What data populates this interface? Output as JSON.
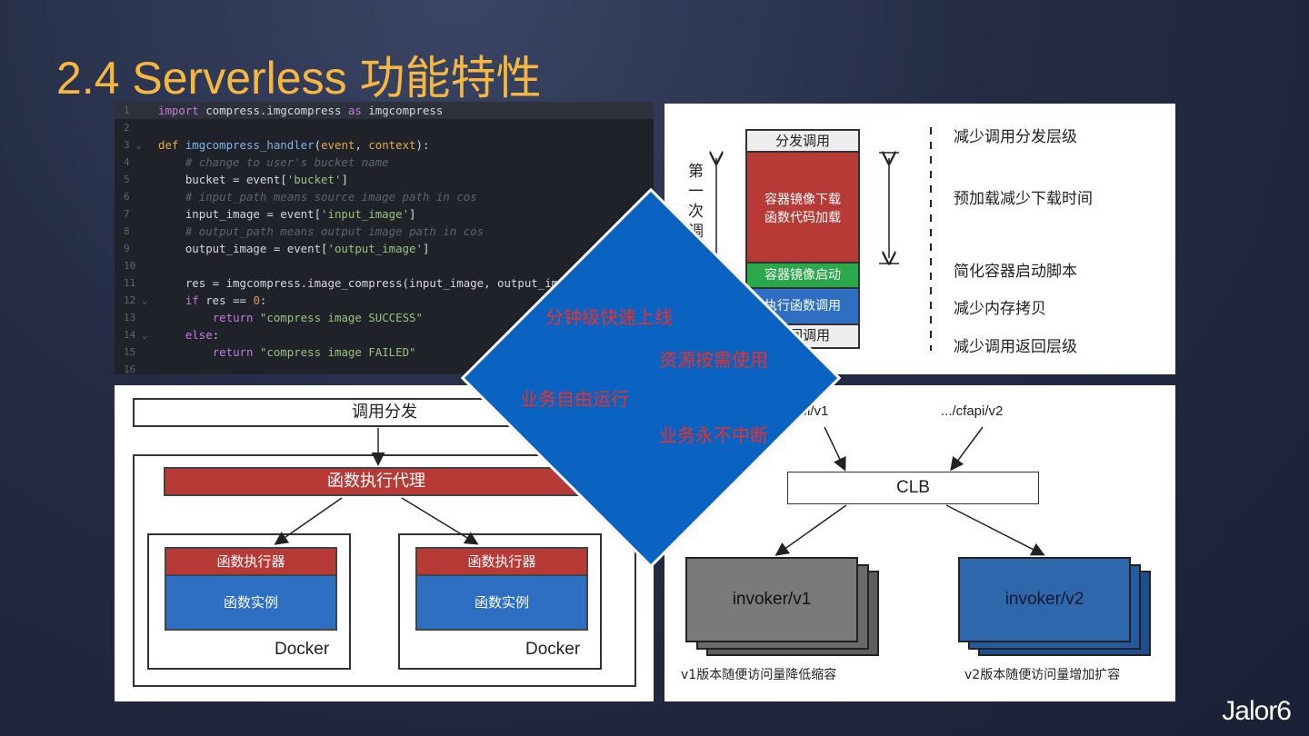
{
  "title": "2.4 Serverless 功能特性",
  "logo": "Jalor6",
  "code": {
    "lines": [
      {
        "n": "1"
      },
      {
        "n": "2"
      },
      {
        "n": "3 ⌄"
      },
      {
        "n": "4"
      },
      {
        "n": "5"
      },
      {
        "n": "6"
      },
      {
        "n": "7"
      },
      {
        "n": "8"
      },
      {
        "n": "9"
      },
      {
        "n": "10"
      },
      {
        "n": "11"
      },
      {
        "n": "12 ⌄"
      },
      {
        "n": "13"
      },
      {
        "n": "14 ⌄"
      },
      {
        "n": "15"
      },
      {
        "n": "16"
      }
    ],
    "l1": [
      "import",
      " compress.imgcompress ",
      "as",
      " imgcompress"
    ],
    "l3": [
      "def ",
      "imgcompress_handler",
      "(",
      "event",
      ", ",
      "context",
      "):"
    ],
    "l4": "    # change to user's bucket name",
    "l5": [
      "    bucket = event[",
      "'bucket'",
      "]"
    ],
    "l6": "    # input_path means source image path in cos",
    "l7": [
      "    input_image = event[",
      "'input_image'",
      "]"
    ],
    "l8": "    # output_path means output image path in cos",
    "l9": [
      "    output_image = event[",
      "'output_image'",
      "]"
    ],
    "l11": "    res = imgcompress.image_compress(input_image, output_image)",
    "l12": [
      "    ",
      "if",
      " res == ",
      "0",
      ":"
    ],
    "l13": [
      "        ",
      "return",
      " ",
      "\"compress image SUCCESS\""
    ],
    "l14": [
      "    ",
      "else",
      ":"
    ],
    "l15": [
      "        ",
      "return",
      " ",
      "\"compress image FAILED\""
    ]
  },
  "flow": {
    "dispatch": "分发调用",
    "load": "容器镜像下载\n函数代码加载",
    "start": "容器镜像启动",
    "exec": "执行函数调用",
    "ret": "返回调用",
    "first_call": "第\n一\n次\n调\n用",
    "notes": [
      "减少调用分发层级",
      "预加载减少下载时间",
      "简化容器启动脚本",
      "减少内存拷贝",
      "减少调用返回层级"
    ]
  },
  "arch": {
    "dispatch": "调用分发",
    "proxy": "函数执行代理",
    "executor": "函数执行器",
    "instance": "函数实例",
    "docker": "Docker"
  },
  "lb": {
    "path1": ".../cfapi/v1",
    "path2": ".../cfapi/v2",
    "clb": "CLB",
    "inv1": "invoker/v1",
    "inv2": "invoker/v2",
    "cap1": "v1版本随便访问量降低缩容",
    "cap2": "v2版本随便访问量增加扩容"
  },
  "features": [
    "分钟级快速上线",
    "资源按需使用",
    "业务自由运行",
    "业务永不中断"
  ],
  "colors": {
    "title": "#f5b740",
    "diamond": "#0b63c1",
    "red_box": "#b83a36",
    "blue_box": "#2e6fc4",
    "green_box": "#2aa84a",
    "feature_text": "#e8312a"
  }
}
